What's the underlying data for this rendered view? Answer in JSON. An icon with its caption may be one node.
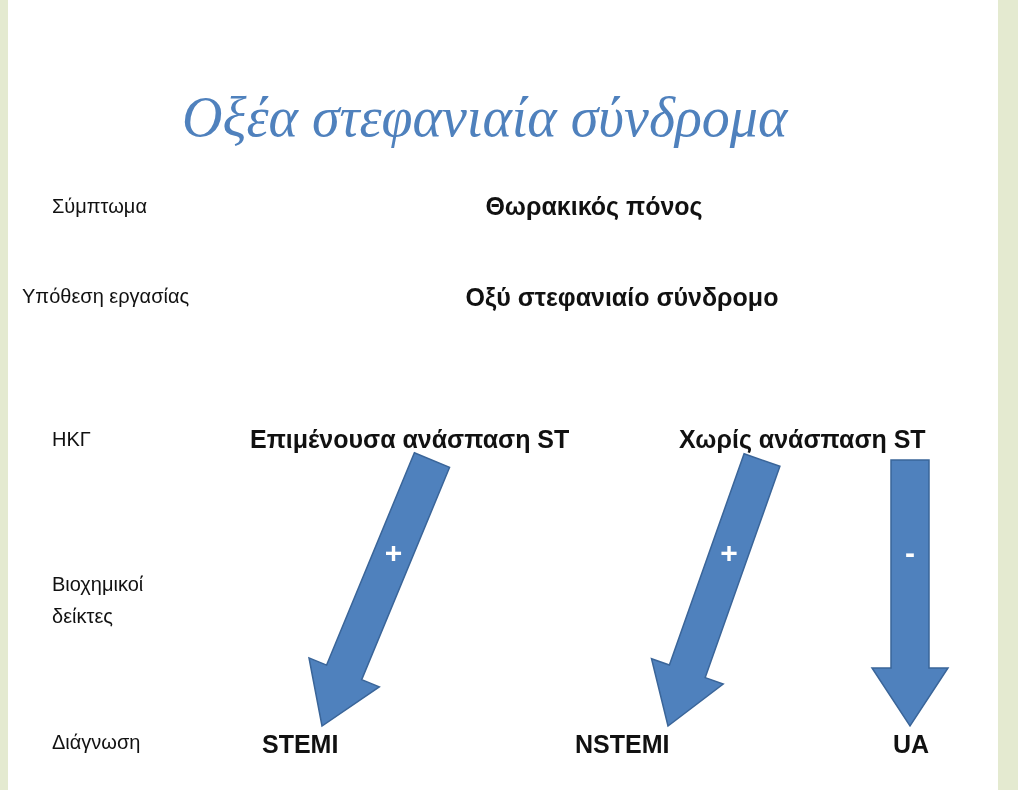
{
  "diagram": {
    "title": "Οξέα στεφανιαία σύνδρομα",
    "nodes": [
      {
        "text": [
          "Επιμένουσα ανάσπαση ST"
        ]
      },
      {
        "text": [
          "Χωρίς ανάσπαση ST"
        ]
      },
      {
        "text": [
          "STEMI"
        ]
      },
      {
        "text": [
          "NSTEMI"
        ]
      },
      {
        "text": [
          "UA"
        ]
      }
    ],
    "edges": [
      {
        "from": 0,
        "to": 2,
        "arrow": "to",
        "label": "+"
      },
      {
        "from": 1,
        "to": 3,
        "arrow": "to",
        "label": "+"
      },
      {
        "from": 1,
        "to": 4,
        "arrow": "to",
        "label": "-"
      }
    ],
    "labels": [
      "Σύμπτωμα",
      "Θωρακικός πόνος",
      "Υπόθεση εργασίας",
      "Οξύ στεφανιαίο σύνδρομο",
      "ΗΚΓ",
      "Βιοχημικοί δείκτες",
      "Διάγνωση"
    ]
  }
}
